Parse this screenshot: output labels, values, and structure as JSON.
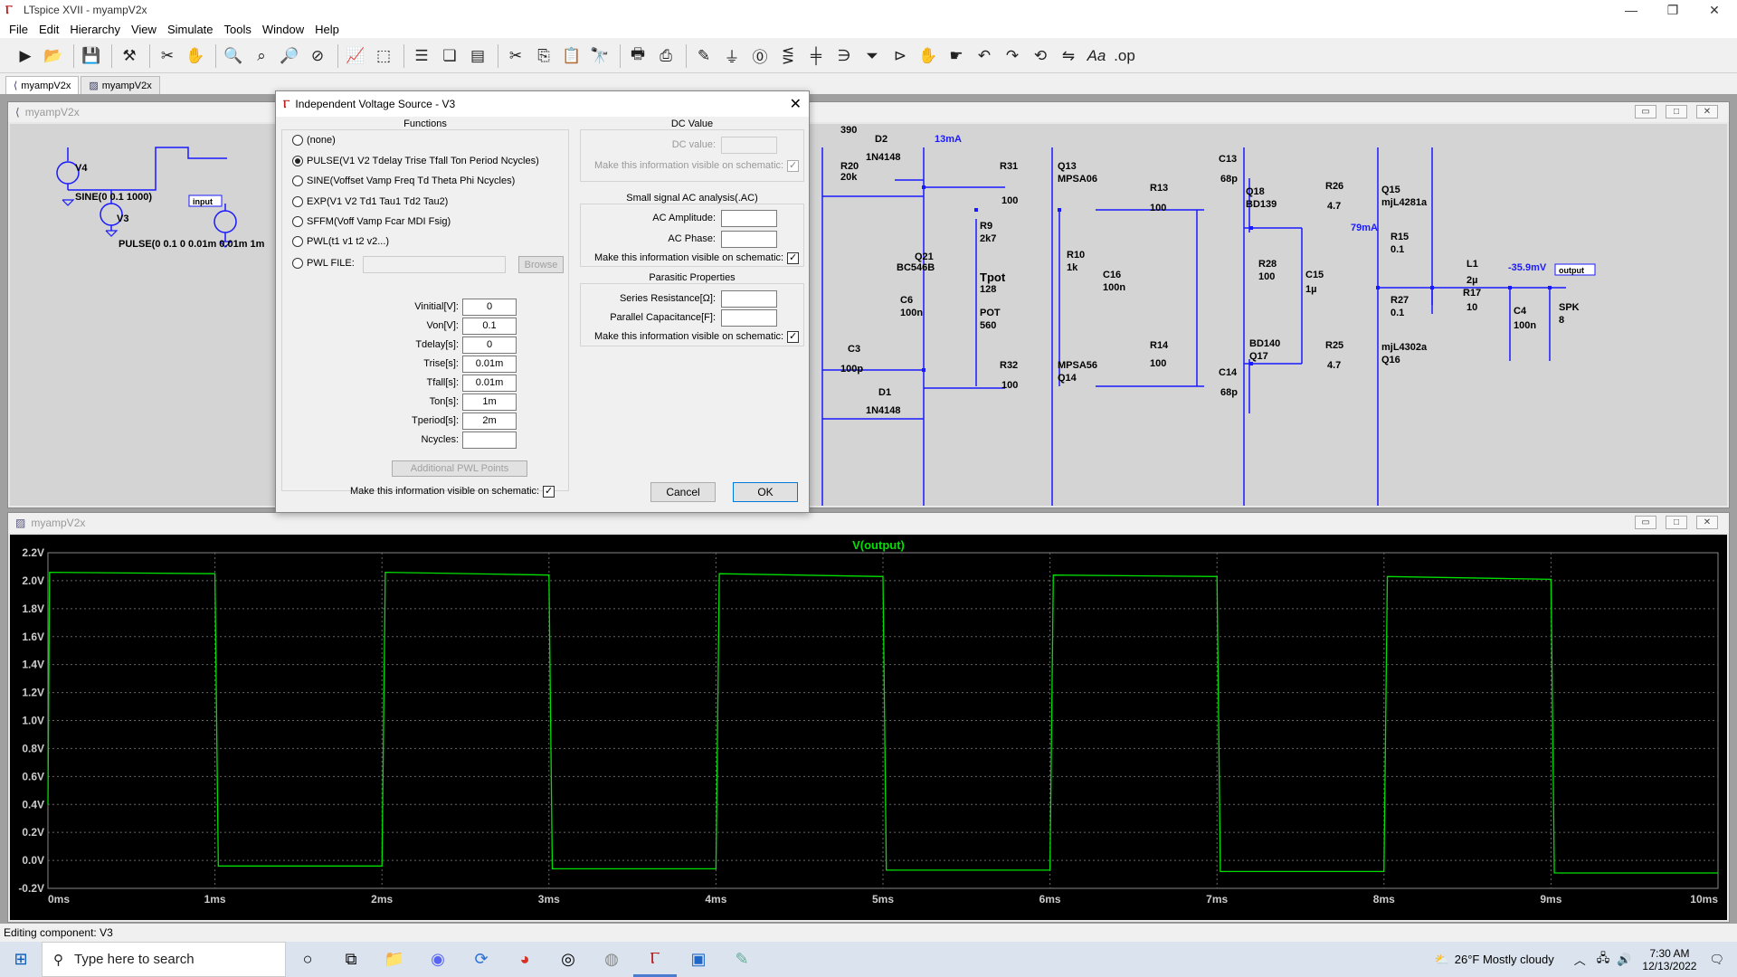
{
  "app": {
    "title": "LTspice XVII - myampV2x",
    "status": "Editing component: V3"
  },
  "menu": [
    "File",
    "Edit",
    "Hierarchy",
    "View",
    "Simulate",
    "Tools",
    "Window",
    "Help"
  ],
  "tabs": [
    {
      "label": "myampV2x",
      "icon": "schematic-icon"
    },
    {
      "label": "myampV2x",
      "icon": "waveform-icon"
    }
  ],
  "schematic_window": {
    "title": "myampV2x"
  },
  "waveform_window": {
    "title": "myampV2x"
  },
  "schematic": {
    "labels": {
      "V4": "V4",
      "V4_val": "SINE(0 0.1 1000)",
      "V3": "V3",
      "V3_val": "PULSE(0 0.1 0 0.01m 0.01m 1m",
      "input": "input",
      "R20": "R20",
      "R20v": "20k",
      "R390": "390",
      "D2": "D2",
      "D2v": "1N4148",
      "I13": "13mA",
      "R31": "R31",
      "R31v": "100",
      "Q13": "Q13",
      "Q13v": "MPSA06",
      "R9": "R9",
      "R9v": "2k7",
      "Q21": "Q21",
      "Q21v": "BC546B",
      "Tpot": "Tpot",
      "Tpotv": "128",
      "POT": "POT",
      "POTv": "560",
      "C6": "C6",
      "C6v": "100n",
      "R10": "R10",
      "R10v": "1k",
      "C16": "C16",
      "C16v": "100n",
      "R13": "R13",
      "R13v": "100",
      "C13": "C13",
      "C13v": "68p",
      "Q18": "Q18",
      "Q18v": "BD139",
      "R26": "R26",
      "R26v": "4.7",
      "Q15": "Q15",
      "Q15v": "mjL4281a",
      "I79": "79mA",
      "R15": "R15",
      "R15v": "0.1",
      "R28": "R28",
      "R28v": "100",
      "C15": "C15",
      "C15v": "1µ",
      "L1": "L1",
      "L1v": "2µ",
      "Vout": "-35.9mV",
      "output": "output",
      "R17": "R17",
      "R17v": "10",
      "C4": "C4",
      "C4v": "100n",
      "SPK": "SPK",
      "SPKv": "8",
      "R27": "R27",
      "R27v": "0.1",
      "C3": "C3",
      "C3v": "100p",
      "R32": "R32",
      "R32v": "100",
      "Q14v": "MPSA56",
      "Q14": "Q14",
      "R14": "R14",
      "R14v": "100",
      "Q17v": "BD140",
      "Q17": "Q17",
      "R25": "R25",
      "R25v": "4.7",
      "Q16v": "mjL4302a",
      "Q16": "Q16",
      "C14": "C14",
      "C14v": "68p",
      "D1": "D1",
      "D1v": "1N4148"
    }
  },
  "chart_data": {
    "type": "line",
    "title": "V(output)",
    "xlabel": "",
    "ylabel": "",
    "x_ticks": [
      "0ms",
      "1ms",
      "2ms",
      "3ms",
      "4ms",
      "5ms",
      "6ms",
      "7ms",
      "8ms",
      "9ms",
      "10ms"
    ],
    "y_ticks": [
      "2.2V",
      "2.0V",
      "1.8V",
      "1.6V",
      "1.4V",
      "1.2V",
      "1.0V",
      "0.8V",
      "0.6V",
      "0.4V",
      "0.2V",
      "0.0V",
      "-0.2V"
    ],
    "xlim": [
      0,
      10
    ],
    "ylim": [
      -0.2,
      2.2
    ],
    "grid": true,
    "series": [
      {
        "name": "V(output)",
        "color": "#00e000",
        "points": [
          [
            0,
            0.4
          ],
          [
            0.01,
            2.06
          ],
          [
            1.0,
            2.05
          ],
          [
            1.02,
            -0.04
          ],
          [
            2.0,
            -0.04
          ],
          [
            2.02,
            2.06
          ],
          [
            3.0,
            2.04
          ],
          [
            3.02,
            -0.06
          ],
          [
            4.0,
            -0.06
          ],
          [
            4.02,
            2.05
          ],
          [
            5.0,
            2.03
          ],
          [
            5.02,
            -0.07
          ],
          [
            6.0,
            -0.07
          ],
          [
            6.02,
            2.04
          ],
          [
            7.0,
            2.03
          ],
          [
            7.02,
            -0.08
          ],
          [
            8.0,
            -0.08
          ],
          [
            8.02,
            2.03
          ],
          [
            9.0,
            2.01
          ],
          [
            9.02,
            -0.09
          ],
          [
            10.0,
            -0.09
          ]
        ]
      }
    ]
  },
  "dialog": {
    "title": "Independent Voltage Source - V3",
    "functions_label": "Functions",
    "functions": [
      {
        "label": "(none)",
        "checked": false
      },
      {
        "label": "PULSE(V1 V2 Tdelay Trise Tfall Ton Period Ncycles)",
        "checked": true
      },
      {
        "label": "SINE(Voffset Vamp Freq Td Theta Phi Ncycles)",
        "checked": false
      },
      {
        "label": "EXP(V1 V2 Td1 Tau1 Td2 Tau2)",
        "checked": false
      },
      {
        "label": "SFFM(Voff Vamp Fcar MDI Fsig)",
        "checked": false
      },
      {
        "label": "PWL(t1 v1 t2 v2...)",
        "checked": false
      },
      {
        "label": "PWL FILE:",
        "checked": false
      }
    ],
    "browse_label": "Browse",
    "params": [
      {
        "label": "Vinitial[V]:",
        "value": "0"
      },
      {
        "label": "Von[V]:",
        "value": "0.1"
      },
      {
        "label": "Tdelay[s]:",
        "value": "0"
      },
      {
        "label": "Trise[s]:",
        "value": "0.01m"
      },
      {
        "label": "Tfall[s]:",
        "value": "0.01m"
      },
      {
        "label": "Ton[s]:",
        "value": "1m"
      },
      {
        "label": "Tperiod[s]:",
        "value": "2m"
      },
      {
        "label": "Ncycles:",
        "value": ""
      }
    ],
    "additional_pwl_label": "Additional PWL Points",
    "visible_label": "Make this information visible on schematic:",
    "dc": {
      "group": "DC Value",
      "label": "DC value:",
      "value": "",
      "visible_label": "Make this information visible on schematic:"
    },
    "ac": {
      "group": "Small signal AC analysis(.AC)",
      "amp_label": "AC Amplitude:",
      "amp_value": "",
      "phase_label": "AC Phase:",
      "phase_value": "",
      "visible_label": "Make this information visible on schematic:"
    },
    "parasitic": {
      "group": "Parasitic Properties",
      "rs_label": "Series Resistance[Ω]:",
      "rs_value": "",
      "cp_label": "Parallel Capacitance[F]:",
      "cp_value": "",
      "visible_label": "Make this information visible on schematic:"
    },
    "cancel_label": "Cancel",
    "ok_label": "OK"
  },
  "taskbar": {
    "search_placeholder": "Type here to search",
    "weather": "26°F  Mostly cloudy",
    "time": "7:30 AM",
    "date": "12/13/2022"
  }
}
